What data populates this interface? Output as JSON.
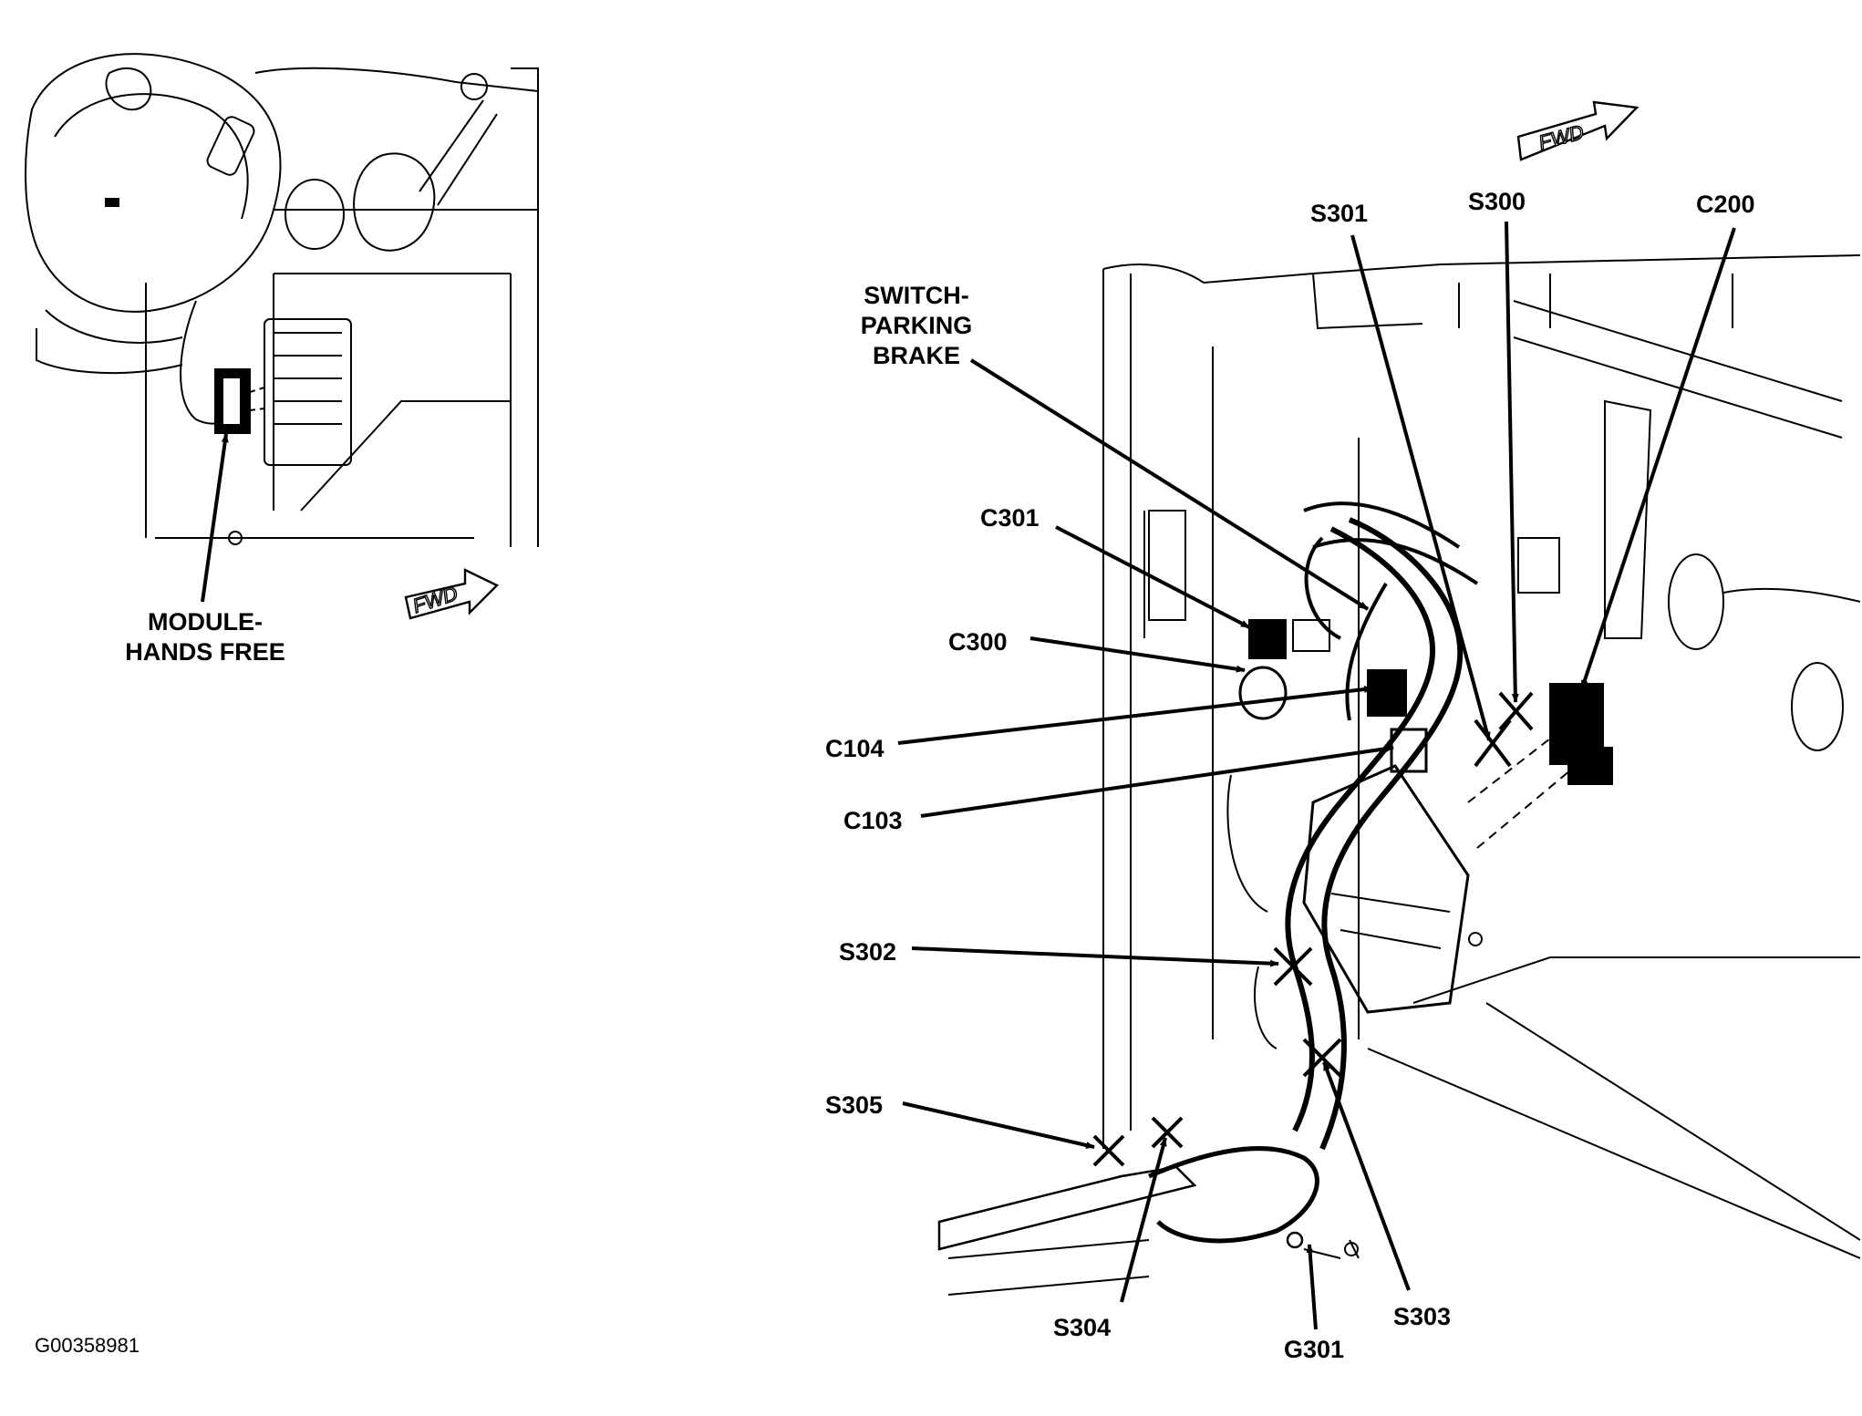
{
  "figure_id": "G00358981",
  "fwd_label": "FWD",
  "left_view": {
    "module_label_line1": "MODULE-",
    "module_label_line2": "HANDS FREE"
  },
  "right_view": {
    "labels": {
      "switch_parking_brake_line1": "SWITCH-",
      "switch_parking_brake_line2": "PARKING",
      "switch_parking_brake_line3": "BRAKE",
      "s301": "S301",
      "s300": "S300",
      "c200": "C200",
      "c301": "C301",
      "c300": "C300",
      "c104": "C104",
      "c103": "C103",
      "s302": "S302",
      "s305": "S305",
      "s304": "S304",
      "g301": "G301",
      "s303": "S303"
    }
  }
}
